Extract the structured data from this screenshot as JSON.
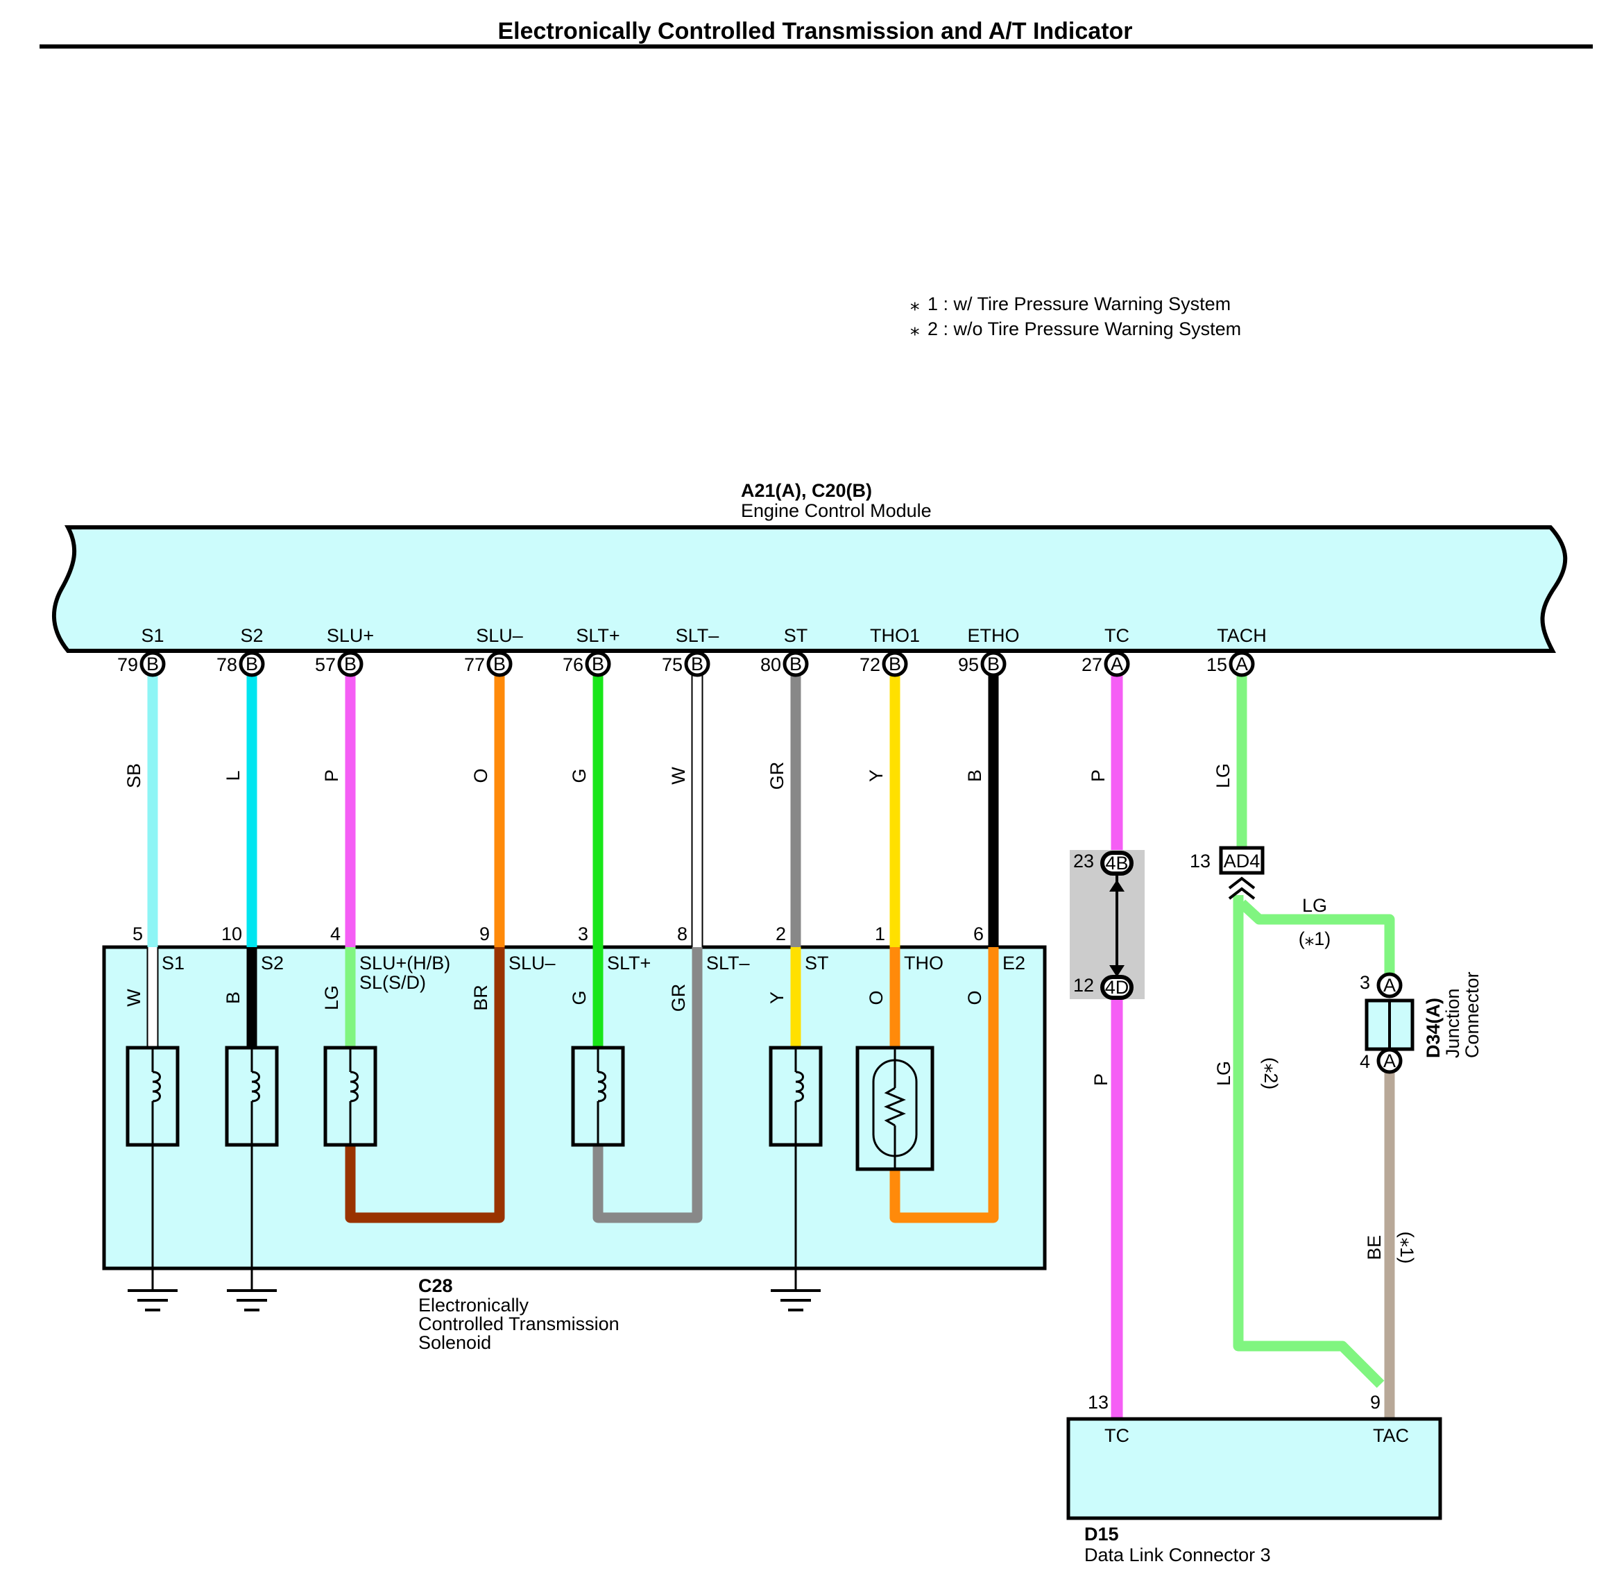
{
  "title": "Electronically Controlled Transmission and A/T Indicator",
  "notes": [
    {
      "mark": "⁎",
      "text": "1 : w/ Tire Pressure Warning System"
    },
    {
      "mark": "⁎",
      "text": "2 : w/o Tire Pressure Warning System"
    }
  ],
  "ecm": {
    "code": "A21(A), C20(B)",
    "name": "Engine Control Module"
  },
  "ecm_pins": [
    {
      "label": "S1",
      "num": "79",
      "conn": "B",
      "wire": "SB",
      "color": "#8ef5f5"
    },
    {
      "label": "S2",
      "num": "78",
      "conn": "B",
      "wire": "L",
      "color": "#00e5f0"
    },
    {
      "label": "SLU+",
      "num": "57",
      "conn": "B",
      "wire": "P",
      "color": "#f55ef5"
    },
    {
      "label": "SLU–",
      "num": "77",
      "conn": "B",
      "wire": "O",
      "color": "#ff8a0a"
    },
    {
      "label": "SLT+",
      "num": "76",
      "conn": "B",
      "wire": "G",
      "color": "#19e619"
    },
    {
      "label": "SLT–",
      "num": "75",
      "conn": "B",
      "wire": "W",
      "color": "#ffffff"
    },
    {
      "label": "ST",
      "num": "80",
      "conn": "B",
      "wire": "GR",
      "color": "#888888"
    },
    {
      "label": "THO1",
      "num": "72",
      "conn": "B",
      "wire": "Y",
      "color": "#ffe000"
    },
    {
      "label": "ETHO",
      "num": "95",
      "conn": "B",
      "wire": "B",
      "color": "#000000"
    },
    {
      "label": "TC",
      "num": "27",
      "conn": "A",
      "wire": "P",
      "color": "#f55ef5"
    },
    {
      "label": "TACH",
      "num": "15",
      "conn": "A",
      "wire": "LG",
      "color": "#80f580"
    }
  ],
  "solenoid": {
    "code": "C28",
    "name_lines": [
      "Electronically",
      "Controlled Transmission",
      "Solenoid"
    ],
    "pins": [
      {
        "num": "5",
        "label": "S1",
        "wire": "W",
        "color": "#ffffff"
      },
      {
        "num": "10",
        "label": "S2",
        "wire": "B",
        "color": "#000000"
      },
      {
        "num": "4",
        "label": "SLU+(H/B)",
        "label2": "SL(S/D)",
        "wire": "LG",
        "color": "#80f580"
      },
      {
        "num": "9",
        "label": "SLU–",
        "wire": "BR",
        "color": "#993300"
      },
      {
        "num": "3",
        "label": "SLT+",
        "wire": "G",
        "color": "#19e619"
      },
      {
        "num": "8",
        "label": "SLT–",
        "wire": "GR",
        "color": "#888888"
      },
      {
        "num": "2",
        "label": "ST",
        "wire": "Y",
        "color": "#ffe000"
      },
      {
        "num": "1",
        "label": "THO",
        "wire": "O",
        "color": "#ff8a0a"
      },
      {
        "num": "6",
        "label": "E2",
        "wire": "O",
        "color": "#ff8a0a"
      }
    ]
  },
  "connector_4b": {
    "num": "23",
    "code": "4B"
  },
  "connector_4d": {
    "num": "12",
    "code": "4D",
    "wire": "P"
  },
  "ad4": {
    "num": "13",
    "code": "AD4"
  },
  "lg_branch": {
    "wire": "LG",
    "note": "(⁎1)"
  },
  "lg_direct": {
    "wire": "LG",
    "note": "(⁎2)"
  },
  "d34": {
    "code": "D34(A)",
    "name_lines": [
      "Junction",
      "Connector"
    ],
    "pin_top": "3",
    "pin_bottom": "4",
    "conn": "A"
  },
  "be_wire": {
    "wire": "BE",
    "note": "(⁎1)"
  },
  "dlc": {
    "code": "D15",
    "name": "Data Link Connector 3",
    "pin_tc": "13",
    "label_tc": "TC",
    "pin_tac": "9",
    "label_tac": "TAC"
  },
  "colors": {
    "module_fill": "#ccfcfc",
    "splice_fill": "#cccccc",
    "stroke": "#000000",
    "brown": "#993300",
    "orange": "#ff8a0a",
    "gray": "#888888",
    "tan": "#b8a898",
    "light_green": "#80f580",
    "pink": "#f55ef5"
  },
  "icons": [
    "ground-icon",
    "solenoid-coil-icon",
    "thermistor-icon",
    "connector-circle-icon",
    "double-arrow-icon"
  ]
}
